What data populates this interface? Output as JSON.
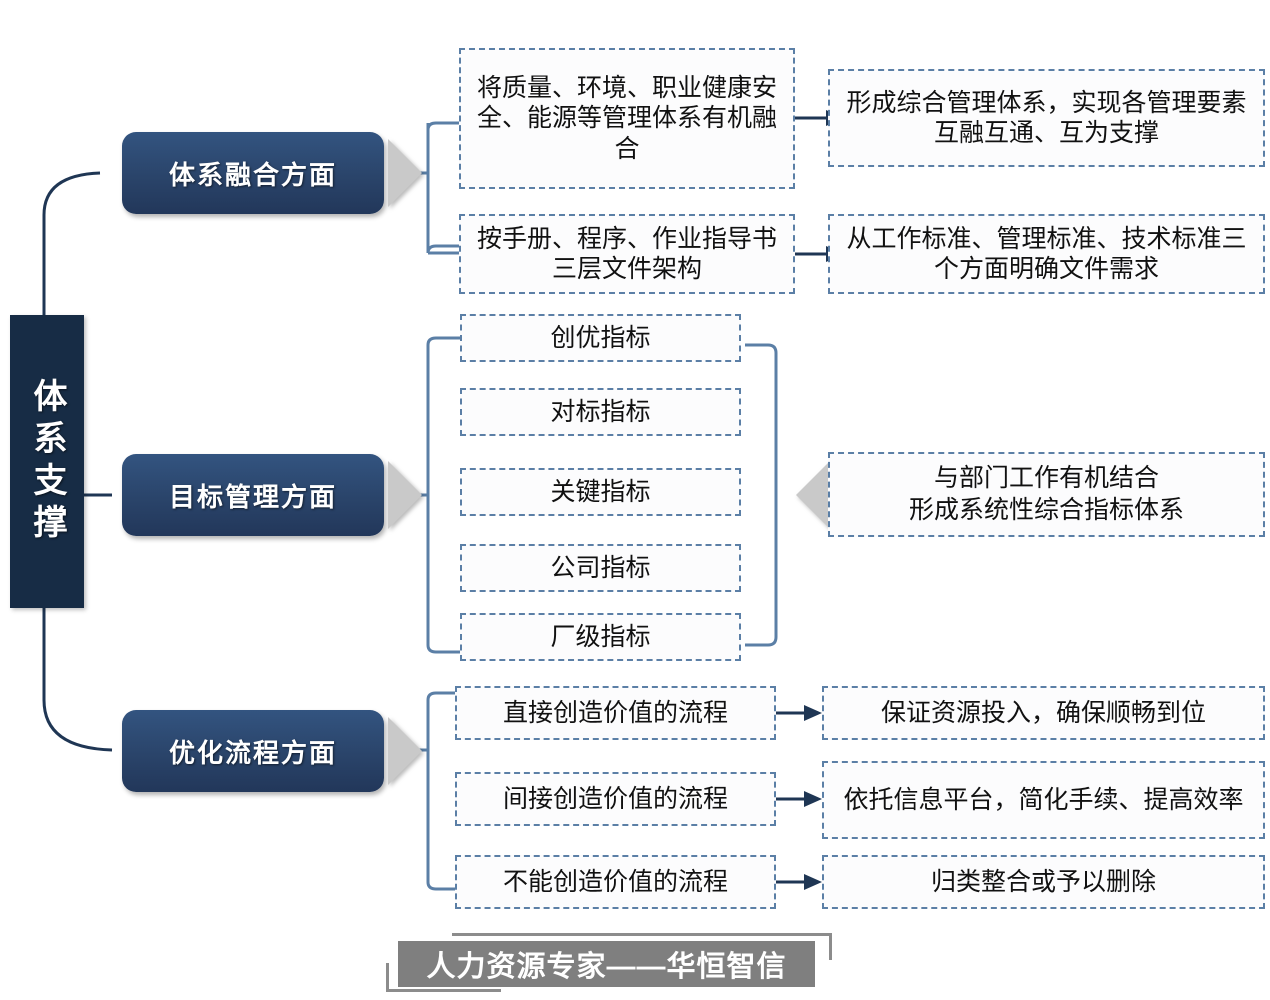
{
  "diagram": {
    "spine": {
      "label": "体系支撑"
    },
    "sections": [
      {
        "id": "system-integration",
        "stage_label": "体系融合方面",
        "items": [
          {
            "left": "将质量、环境、职业健康安全、能源等管理体系有机融合",
            "right": "形成综合管理体系，实现各管理要素互融互通、互为支撑"
          },
          {
            "left": "按手册、程序、作业指导书三层文件架构",
            "right": "从工作标准、管理标准、技术标准三个方面明确文件需求"
          }
        ]
      },
      {
        "id": "goal-management",
        "stage_label": "目标管理方面",
        "indicators": [
          "创优指标",
          "对标指标",
          "关键指标",
          "公司指标",
          "厂级指标"
        ],
        "outcome": "与部门工作有机结合\n形成系统性综合指标体系",
        "outcome_line1": "与部门工作有机结合",
        "outcome_line2": "形成系统性综合指标体系"
      },
      {
        "id": "process-optimization",
        "stage_label": "优化流程方面",
        "items": [
          {
            "left": "直接创造价值的流程",
            "right": "保证资源投入，确保顺畅到位"
          },
          {
            "left": "间接创造价值的流程",
            "right": "依托信息平台，简化手续、提高效率"
          },
          {
            "left": "不能创造价值的流程",
            "right": "归类整合或予以删除"
          }
        ]
      }
    ]
  },
  "footer": {
    "text": "人力资源专家——华恒智信"
  },
  "colors": {
    "spine_bg": "#172C45",
    "stage_bg": "#2A446A",
    "dashed_border": "#5B7FA6",
    "arrow": "#1F3654",
    "triangle": "#C9C9C9",
    "footer_bg": "#7F7F7F"
  }
}
